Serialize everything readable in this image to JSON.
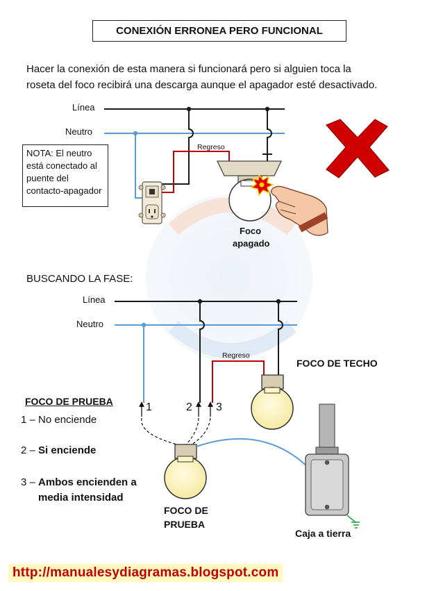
{
  "title": "CONEXIÓN ERRONEA PERO FUNCIONAL",
  "intro": {
    "line1": "Hacer la conexión de esta manera si funcionará pero si alguien toca la",
    "line2": "roseta del foco recibirá una descarga aunque el apagador esté desactivado."
  },
  "top_diagram": {
    "linea_label": "Línea",
    "neutro_label": "Neutro",
    "regreso_label": "Regreso",
    "note": [
      "NOTA:  El neutro",
      "está conectado al",
      "puente del",
      "contacto-apagador"
    ],
    "bulb_label": [
      "Foco",
      "apagado"
    ]
  },
  "section_title": "BUSCANDO LA FASE:",
  "bottom_diagram": {
    "linea_label": "Línea",
    "neutro_label": "Neutro",
    "regreso_label": "Regreso",
    "ceiling_bulb_label": "FOCO DE TECHO",
    "test_points": [
      "1",
      "2",
      "3"
    ],
    "test_bulb_label": [
      "FOCO DE",
      "PRUEBA"
    ],
    "ground_box_label": "Caja a tierra"
  },
  "legend": {
    "title": "FOCO DE PRUEBA",
    "item1": "1 – No enciende",
    "item2_prefix": "2 – ",
    "item2_bold": "Si enciende",
    "item3_prefix": "3 – ",
    "item3_bold_line1": "Ambos encienden a",
    "item3_bold_line2": "media intensidad"
  },
  "footer_url": "http://manualesydiagramas.blogspot.com",
  "colors": {
    "line_wire": "#1a1a1a",
    "neutral_wire": "#5b9bd5",
    "return_wire": "#c00000",
    "bulb_fill": "#fdf6c3",
    "url_text": "#c00000"
  }
}
